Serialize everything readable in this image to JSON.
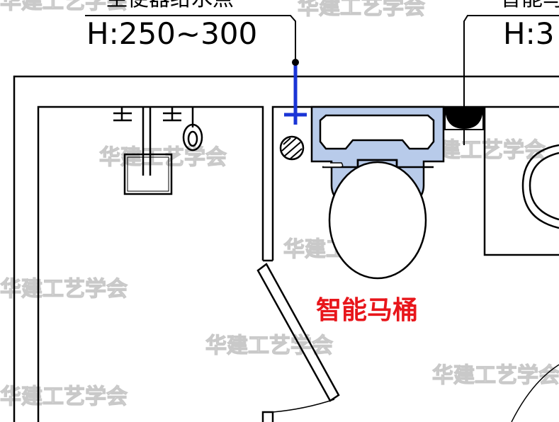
{
  "labels": {
    "left_heading": "坐便器给水点",
    "left_height": "H:250~300",
    "right_heading": "智能马",
    "right_height": "H:3",
    "toilet_label": "智能马桶"
  },
  "watermark": "华建工艺学会",
  "colors": {
    "line": "#000000",
    "supply": "#1a35d6",
    "toilet_fill": "#b8cbea",
    "label_red": "#e8161b"
  },
  "icons": {
    "water_supply": "water-supply-point-icon",
    "socket": "socket-icon",
    "drain": "floor-drain-icon",
    "pipe": "vertical-pipe-icon",
    "tap": "tap-icon",
    "door": "door-swing-icon"
  }
}
